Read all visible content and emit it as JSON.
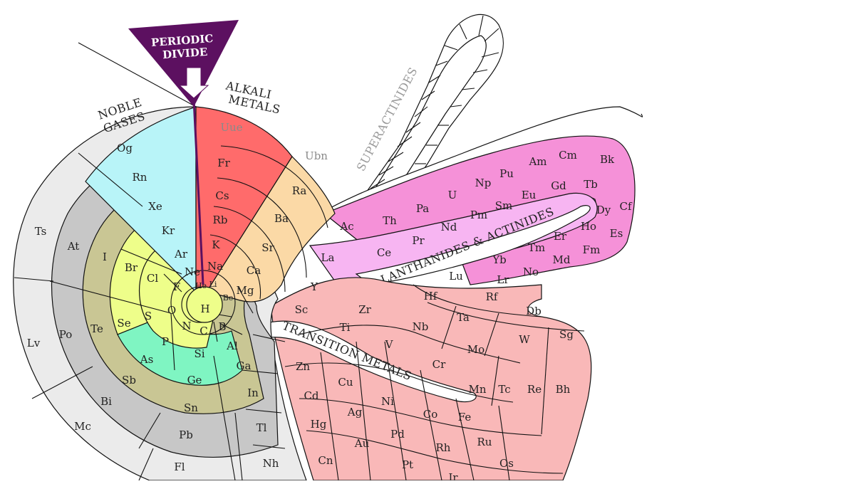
{
  "labels": {
    "periodic_divide_line1": "PERIODIC",
    "periodic_divide_line2": "DIVIDE",
    "noble_gases_line1": "NOBLE",
    "noble_gases_line2": "GASES",
    "alkali_metals_line1": "ALKALI",
    "alkali_metals_line2": "METALS",
    "superactinides": "SUPERACTINIDES",
    "lanthanides_actinides": "LANTHANIDES & ACTINIDES",
    "transition_metals": "TRANSITION METALS"
  },
  "colors": {
    "noble_gas": "#b8f4f8",
    "alkali": "#ff6b6b",
    "alkaline_earth": "#fbd9a6",
    "halogen": "#eefe8a",
    "chalcogen": "#7ff5c2",
    "pnictogen_olive": "#c9c694",
    "boron_group_grey": "#c7c7c7",
    "outer_grey": "#ebebeb",
    "transition": "#f9b8b8",
    "lanthanide": "#f7b5f2",
    "actinide": "#f591d8",
    "superactinide": "#ffffff",
    "divide": "#5c1060"
  },
  "elements": [
    {
      "symbol": "H"
    },
    {
      "symbol": "He"
    },
    {
      "symbol": "Li"
    },
    {
      "symbol": "Be"
    },
    {
      "symbol": "B"
    },
    {
      "symbol": "C"
    },
    {
      "symbol": "N"
    },
    {
      "symbol": "O"
    },
    {
      "symbol": "F"
    },
    {
      "symbol": "Ne"
    },
    {
      "symbol": "Na"
    },
    {
      "symbol": "Mg"
    },
    {
      "symbol": "Al"
    },
    {
      "symbol": "Si"
    },
    {
      "symbol": "P"
    },
    {
      "symbol": "S"
    },
    {
      "symbol": "Cl"
    },
    {
      "symbol": "Ar"
    },
    {
      "symbol": "K"
    },
    {
      "symbol": "Ca"
    },
    {
      "symbol": "Sc"
    },
    {
      "symbol": "Ti"
    },
    {
      "symbol": "V"
    },
    {
      "symbol": "Cr"
    },
    {
      "symbol": "Mn"
    },
    {
      "symbol": "Fe"
    },
    {
      "symbol": "Co"
    },
    {
      "symbol": "Ni"
    },
    {
      "symbol": "Cu"
    },
    {
      "symbol": "Zn"
    },
    {
      "symbol": "Ga"
    },
    {
      "symbol": "Ge"
    },
    {
      "symbol": "As"
    },
    {
      "symbol": "Se"
    },
    {
      "symbol": "Br"
    },
    {
      "symbol": "Kr"
    },
    {
      "symbol": "Rb"
    },
    {
      "symbol": "Sr"
    },
    {
      "symbol": "Y"
    },
    {
      "symbol": "Zr"
    },
    {
      "symbol": "Nb"
    },
    {
      "symbol": "Mo"
    },
    {
      "symbol": "Tc"
    },
    {
      "symbol": "Ru"
    },
    {
      "symbol": "Rh"
    },
    {
      "symbol": "Pd"
    },
    {
      "symbol": "Ag"
    },
    {
      "symbol": "Cd"
    },
    {
      "symbol": "In"
    },
    {
      "symbol": "Sn"
    },
    {
      "symbol": "Sb"
    },
    {
      "symbol": "Te"
    },
    {
      "symbol": "I"
    },
    {
      "symbol": "Xe"
    },
    {
      "symbol": "Cs"
    },
    {
      "symbol": "Ba"
    },
    {
      "symbol": "La"
    },
    {
      "symbol": "Ce"
    },
    {
      "symbol": "Pr"
    },
    {
      "symbol": "Nd"
    },
    {
      "symbol": "Pm"
    },
    {
      "symbol": "Sm"
    },
    {
      "symbol": "Eu"
    },
    {
      "symbol": "Gd"
    },
    {
      "symbol": "Tb"
    },
    {
      "symbol": "Dy"
    },
    {
      "symbol": "Ho"
    },
    {
      "symbol": "Er"
    },
    {
      "symbol": "Tm"
    },
    {
      "symbol": "Yb"
    },
    {
      "symbol": "Lu"
    },
    {
      "symbol": "Hf"
    },
    {
      "symbol": "Ta"
    },
    {
      "symbol": "W"
    },
    {
      "symbol": "Re"
    },
    {
      "symbol": "Os"
    },
    {
      "symbol": "Ir"
    },
    {
      "symbol": "Pt"
    },
    {
      "symbol": "Au"
    },
    {
      "symbol": "Hg"
    },
    {
      "symbol": "Tl"
    },
    {
      "symbol": "Pb"
    },
    {
      "symbol": "Bi"
    },
    {
      "symbol": "Po"
    },
    {
      "symbol": "At"
    },
    {
      "symbol": "Rn"
    },
    {
      "symbol": "Fr"
    },
    {
      "symbol": "Ra"
    },
    {
      "symbol": "Ac"
    },
    {
      "symbol": "Th"
    },
    {
      "symbol": "Pa"
    },
    {
      "symbol": "U"
    },
    {
      "symbol": "Np"
    },
    {
      "symbol": "Pu"
    },
    {
      "symbol": "Am"
    },
    {
      "symbol": "Cm"
    },
    {
      "symbol": "Bk"
    },
    {
      "symbol": "Cf"
    },
    {
      "symbol": "Es"
    },
    {
      "symbol": "Fm"
    },
    {
      "symbol": "Md"
    },
    {
      "symbol": "No"
    },
    {
      "symbol": "Lr"
    },
    {
      "symbol": "Rf"
    },
    {
      "symbol": "Db"
    },
    {
      "symbol": "Sg"
    },
    {
      "symbol": "Bh"
    },
    {
      "symbol": "Cn"
    },
    {
      "symbol": "Nh"
    },
    {
      "symbol": "Fl"
    },
    {
      "symbol": "Mc"
    },
    {
      "symbol": "Lv"
    },
    {
      "symbol": "Ts"
    },
    {
      "symbol": "Og"
    },
    {
      "symbol": "Uue"
    },
    {
      "symbol": "Ubn"
    }
  ]
}
